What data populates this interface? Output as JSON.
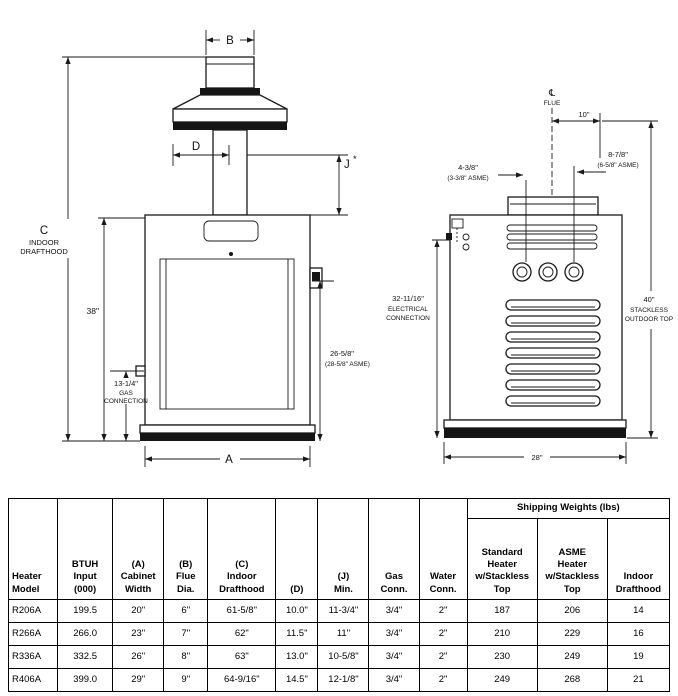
{
  "diagram": {
    "front_view": {
      "dim_b": "B",
      "dim_d": "D",
      "dim_j": "J",
      "dim_j_star": "*",
      "dim_c": "C",
      "dim_c_sub1": "INDOOR",
      "dim_c_sub2": "DRAFTHOOD",
      "dim_height": "38\"",
      "gas_dim": "13-1/4\"",
      "gas_sub1": "GAS",
      "gas_sub2": "CONNECTION",
      "water_dim": "26-5/8\"",
      "water_dim_asme": "(28-5/8\" ASME)",
      "dim_a": "A"
    },
    "side_view": {
      "centerline_symbol": "℄",
      "flue_label": "FLUE",
      "dim_10": "10\"",
      "dim_4_3_8": "4-3/8\"",
      "dim_4_3_8_asme": "(3-3/8\" ASME)",
      "dim_8_7_8": "8-7/8\"",
      "dim_8_7_8_asme": "(6-5/8\" ASME)",
      "elec_dim": "32-11/16\"",
      "elec_sub1": "ELECTRICAL",
      "elec_sub2": "CONNECTION",
      "stackless_dim": "40\"",
      "stackless_sub1": "STACKLESS",
      "stackless_sub2": "OUTDOOR TOP",
      "dim_28": "28\""
    }
  },
  "table": {
    "shipping_group": "Shipping Weights (lbs)",
    "headers": [
      "Heater\nModel",
      "BTUH\nInput\n(000)",
      "(A)\nCabinet\nWidth",
      "(B)\nFlue\nDia.",
      "(C)\nIndoor\nDrafthood",
      "(D)",
      "(J)\nMin.",
      "Gas\nConn.",
      "Water\nConn."
    ],
    "sub_headers": [
      "Standard\nHeater\nw/Stackless\nTop",
      "ASME\nHeater\nw/Stackless\nTop",
      "Indoor\nDrafthood"
    ],
    "rows": [
      [
        "R206A",
        "199.5",
        "20\"",
        "6\"",
        "61-5/8\"",
        "10.0\"",
        "11-3/4\"",
        "3/4\"",
        "2\"",
        "187",
        "206",
        "14"
      ],
      [
        "R266A",
        "266.0",
        "23\"",
        "7\"",
        "62\"",
        "11.5\"",
        "11\"",
        "3/4\"",
        "2\"",
        "210",
        "229",
        "16"
      ],
      [
        "R336A",
        "332.5",
        "26\"",
        "8\"",
        "63\"",
        "13.0\"",
        "10-5/8\"",
        "3/4\"",
        "2\"",
        "230",
        "249",
        "19"
      ],
      [
        "R406A",
        "399.0",
        "29\"",
        "9\"",
        "64-9/16\"",
        "14.5\"",
        "12-1/8\"",
        "3/4\"",
        "2\"",
        "249",
        "268",
        "21"
      ]
    ]
  }
}
